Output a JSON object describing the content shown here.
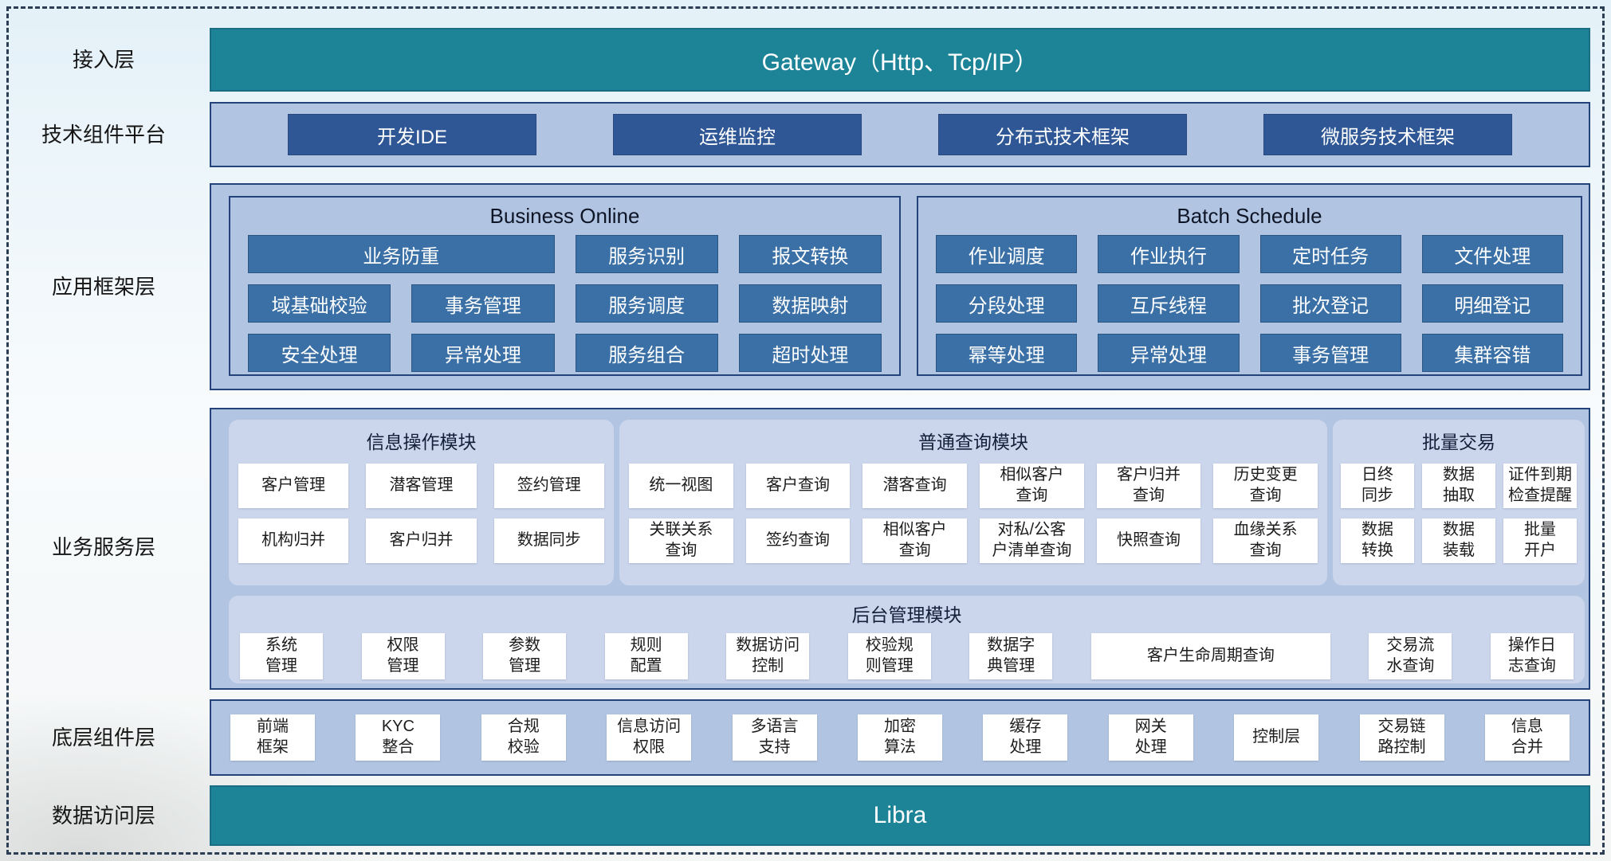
{
  "diagram": {
    "layer_labels": [
      "接入层",
      "技术组件平台",
      "应用框架层",
      "业务服务层",
      "底层组件层",
      "数据访问层"
    ],
    "gateway": {
      "title": "Gateway（Http、Tcp/IP）"
    },
    "tech_platform": {
      "buttons": [
        "开发IDE",
        "运维监控",
        "分布式技术框架",
        "微服务技术框架"
      ]
    },
    "app_framework": {
      "business_online": {
        "title": "Business Online",
        "cells": [
          {
            "label": "业务防重",
            "wide": true
          },
          "服务识别",
          "报文转换",
          "域基础校验",
          "事务管理",
          "服务调度",
          "数据映射",
          "安全处理",
          "异常处理",
          "服务组合",
          "超时处理"
        ]
      },
      "batch_schedule": {
        "title": "Batch Schedule",
        "cells": [
          "作业调度",
          "作业执行",
          "定时任务",
          "文件处理",
          "分段处理",
          "互斥线程",
          "批次登记",
          "明细登记",
          "幂等处理",
          "异常处理",
          "事务管理",
          "集群容错"
        ]
      }
    },
    "business_service": {
      "info_module": {
        "title": "信息操作模块",
        "cells": [
          "客户管理",
          "潜客管理",
          "签约管理",
          "机构归并",
          "客户归并",
          "数据同步"
        ]
      },
      "query_module": {
        "title": "普通查询模块",
        "cells": [
          "统一视图",
          "客户查询",
          "潜客查询",
          "相似客户\n查询",
          "客户归并\n查询",
          "历史变更\n查询",
          "关联关系\n查询",
          "签约查询",
          "相似客户\n查询",
          "对私/公客\n户清单查询",
          "快照查询",
          "血缘关系\n查询"
        ]
      },
      "batch_module": {
        "title": "批量交易",
        "cells": [
          "日终\n同步",
          "数据\n抽取",
          "证件到期\n检查提醒",
          "数据\n转换",
          "数据\n装载",
          "批量\n开户"
        ]
      },
      "admin_module": {
        "title": "后台管理模块",
        "cells": [
          "系统\n管理",
          "权限\n管理",
          "参数\n管理",
          "规则\n配置",
          "数据访问\n控制",
          "校验规\n则管理",
          "数据字\n典管理",
          {
            "label": "客户生命周期查询",
            "wide": true
          },
          "交易流\n水查询",
          "操作日\n志查询"
        ]
      }
    },
    "base_components": {
      "cells": [
        "前端\n框架",
        "KYC\n整合",
        "合规\n校验",
        "信息访问\n权限",
        "多语言\n支持",
        "加密\n算法",
        "缓存\n处理",
        "网关\n处理",
        "控制层",
        "交易链\n路控制",
        "信息\n合并"
      ]
    },
    "data_access": {
      "title": "Libra"
    }
  },
  "colors": {
    "teal": "#1d8498",
    "dark_blue": "#2f5795",
    "steel_blue": "#3a70a6",
    "container_blue": "#b1c4e1",
    "subpanel_blue": "#cbd5ec",
    "border_navy": "#23437a",
    "frame_dash": "#2c3e53"
  }
}
